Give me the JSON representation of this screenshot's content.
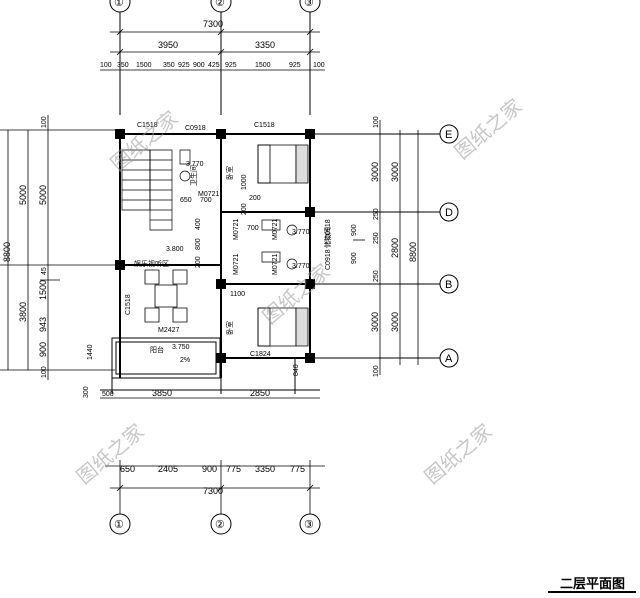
{
  "title": "二层平面图",
  "watermark": "图纸之家",
  "axes": {
    "numbered": [
      "①",
      "②",
      "③"
    ],
    "lettered": [
      "E",
      "D",
      "B",
      "A"
    ]
  },
  "dimensions": {
    "top_total": "7300",
    "top_spans": [
      "3950",
      "3350"
    ],
    "top_detail": [
      "100",
      "350",
      "1500",
      "350",
      "925",
      "900",
      "425",
      "925",
      "1500",
      "925",
      "100"
    ],
    "bottom_total": "7300",
    "bottom_mid": [
      "3850",
      "2850"
    ],
    "bottom_detail": [
      "650",
      "2405",
      "900",
      "775",
      "3350",
      "775"
    ],
    "bottom_small": [
      "500",
      "300",
      "840"
    ],
    "left_total": "8800",
    "left_outer": [
      "5000",
      "3800"
    ],
    "left_mid": [
      "5000",
      "45",
      "1500",
      "943",
      "900"
    ],
    "left_edge": [
      "100",
      "100",
      "1440"
    ],
    "right_total": "8800",
    "right_outer": [
      "3000",
      "2800",
      "3000"
    ],
    "right_mid": [
      "3000",
      "250",
      "900",
      "250",
      "900",
      "250",
      "3000"
    ],
    "right_edge": [
      "100",
      "100"
    ],
    "inner": [
      "1100",
      "700",
      "700",
      "200",
      "400",
      "800",
      "200",
      "1000",
      "200",
      "650"
    ]
  },
  "labels": {
    "windows": [
      "C1518",
      "C0918",
      "C1518",
      "C1518",
      "C1824",
      "C0918",
      "C0918"
    ],
    "doors": [
      "M0721",
      "M0721",
      "M0721",
      "M0721",
      "M0721",
      "M2427"
    ],
    "rooms": [
      "卧室",
      "卧室",
      "娱乐视听区",
      "阳台",
      "储物间",
      "卫生间"
    ],
    "elevations": [
      "3.770",
      "3.800",
      "3.750",
      "3.770",
      "3.770"
    ],
    "slope": "2%"
  }
}
